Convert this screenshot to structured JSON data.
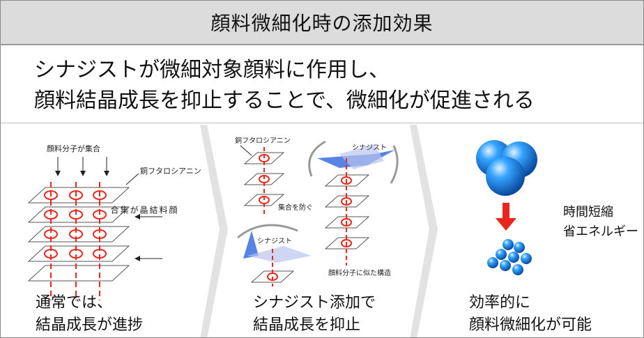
{
  "header": {
    "title": "顔料微細化時の添加効果"
  },
  "headline": {
    "line1": "シナジストが微細対象顔料に作用し、",
    "line2": "顔料結晶成長を抑止することで、微細化が促進される"
  },
  "panel1": {
    "label_top": "顔料分子が集合",
    "label_material": "銅フタロシアニン",
    "label_vertical": "顔料結晶が集合",
    "caption_line1": "通常では、",
    "caption_line2": "結晶成長が進捗"
  },
  "panel2": {
    "label_material": "銅フタロシアニン",
    "label_synergist_top": "シナジスト",
    "label_prevent": "集合を防ぐ",
    "label_synergist_bottom": "シナジスト",
    "label_structure": "顔料分子に似た構造",
    "caption_line1": "シナジスト添加で",
    "caption_line2": "結晶成長を抑止"
  },
  "panel3": {
    "effect_line1": "時間短縮",
    "effect_line2": "省エネルギー",
    "caption_line1": "効率的に",
    "caption_line2": "顔料微細化が可能"
  },
  "colors": {
    "header_bg": "#dcdcdc",
    "arrow_red": "#e8261c",
    "sphere_blue": "#1e90ff",
    "synergist_blue": "#3a6fe0",
    "chevron_gray": "#e2e2e2"
  }
}
